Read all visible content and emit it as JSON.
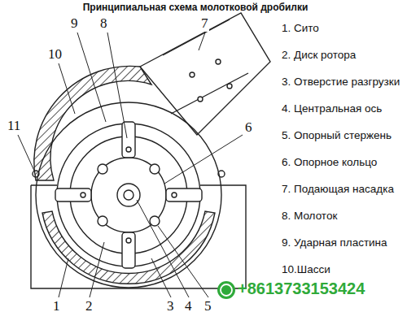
{
  "diagram": {
    "title": "Принципиальная схема молотковой дробилки",
    "labels": [
      "1. Сито",
      "2. Диск ротора",
      "3. Отверстие разгрузки",
      "4. Центральная ось",
      "5. Опорный стержень",
      "6. Опорное кольцо",
      "7. Подающая насадка",
      "8. Молоток",
      "9. Ударная пластина",
      "10.Шасси",
      "9",
      "8",
      "7",
      "10",
      "11",
      "6",
      "1",
      "2",
      "3",
      "4",
      "5",
      "+8613733153424"
    ]
  }
}
